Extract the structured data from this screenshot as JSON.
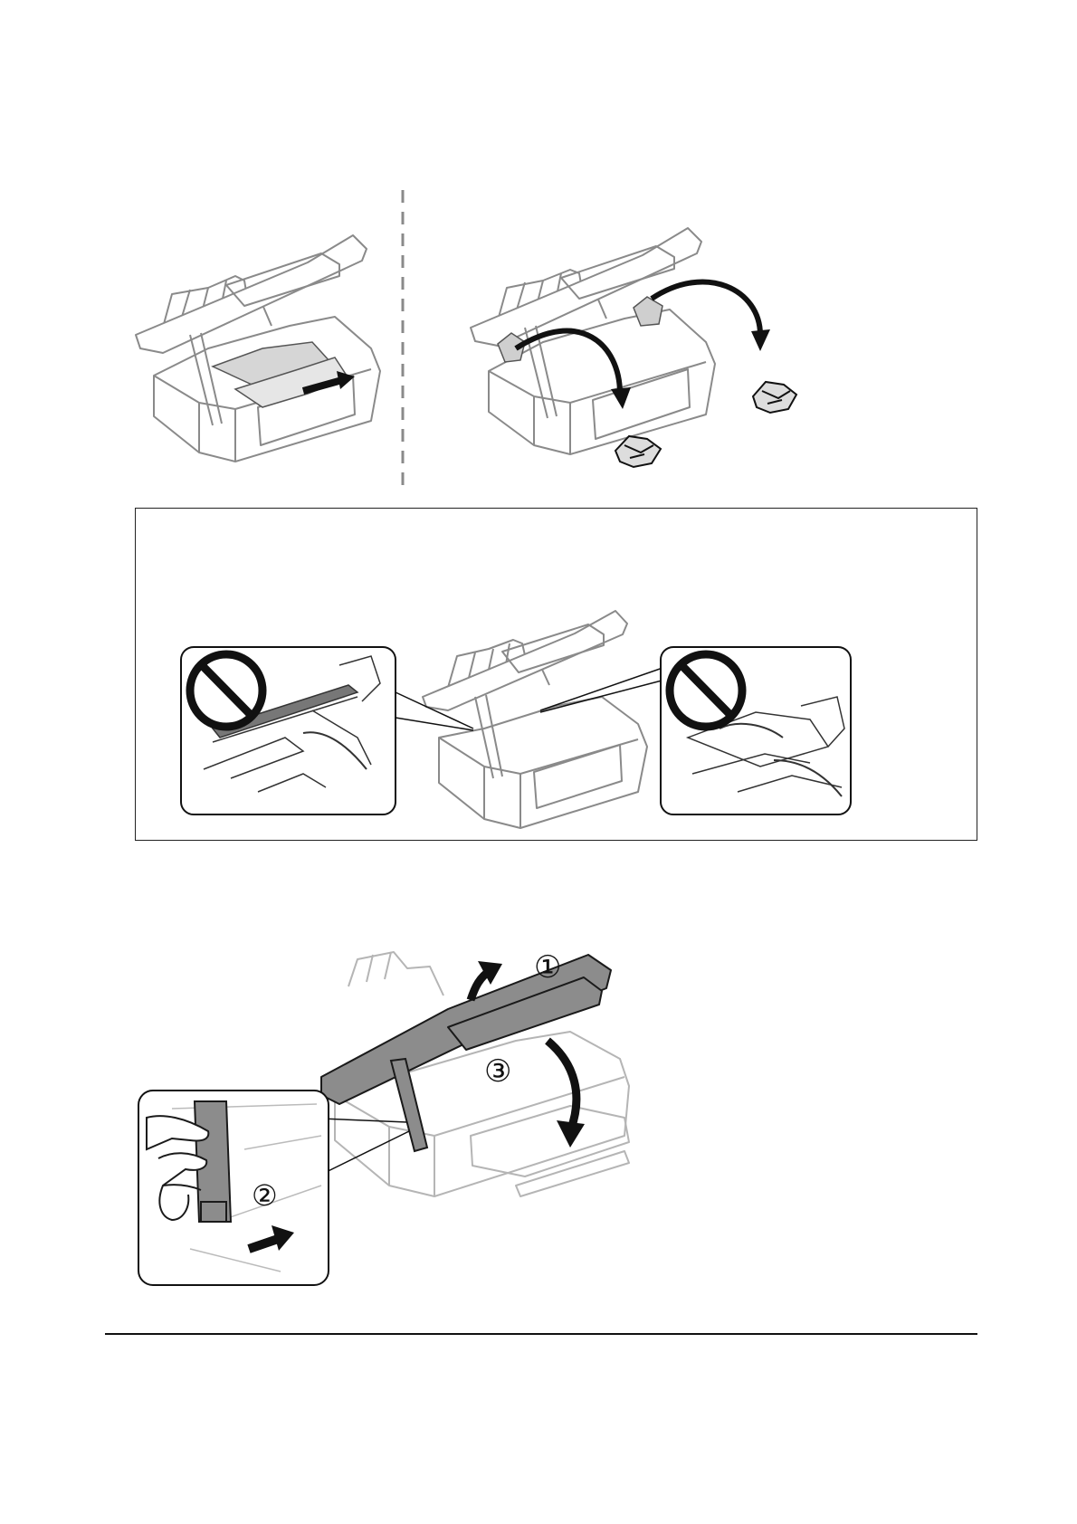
{
  "figure_step3": {
    "step1_marker": "①",
    "step2_marker": "②",
    "step3_marker": "③"
  },
  "colors": {
    "line": "#8a8a8a",
    "dark_line": "#1a1a1a",
    "scanner_fill": "#8c8c8c",
    "paper_fill": "#d6d6d6"
  }
}
